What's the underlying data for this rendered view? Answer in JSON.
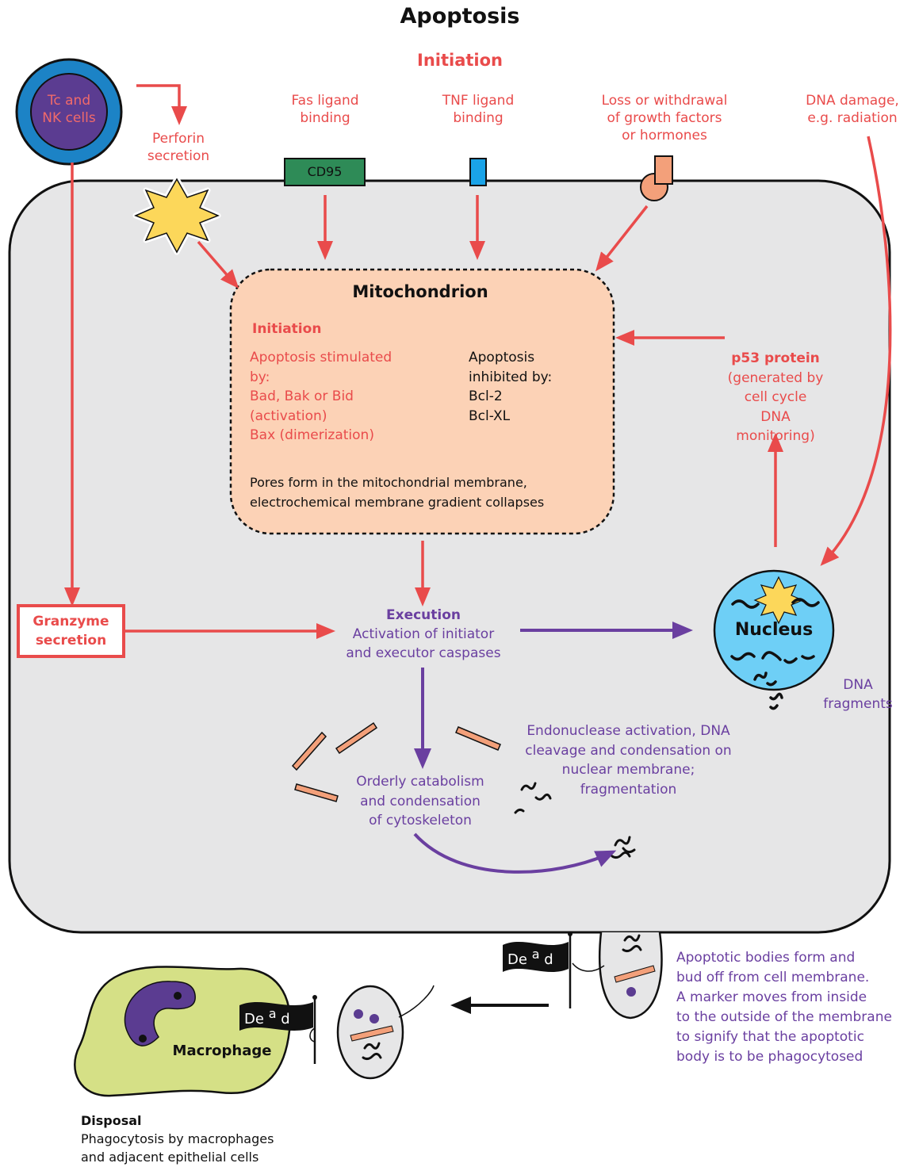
{
  "title": "Apoptosis",
  "initiation_heading": "Initiation",
  "triggers": {
    "tc_nk_line1": "Tc and",
    "tc_nk_line2": "NK cells",
    "perforin_line1": "Perforin",
    "perforin_line2": "secretion",
    "fas_line1": "Fas ligand",
    "fas_line2": "binding",
    "tnf_line1": "TNF ligand",
    "tnf_line2": "binding",
    "loss_line1": "Loss or withdrawal",
    "loss_line2": "of growth factors",
    "loss_line3": "or hormones",
    "dna_damage_line1": "DNA damage,",
    "dna_damage_line2": "e.g. radiation",
    "cd95": "CD95"
  },
  "mitochondrion": {
    "title": "Mitochondrion",
    "initiation": "Initiation",
    "stimulated_1": "Apoptosis stimulated",
    "stimulated_2": "by:",
    "stimulated_3": "Bad, Bak or Bid",
    "stimulated_4": "(activation)",
    "stimulated_5": "Bax (dimerization)",
    "inhibited_1": "Apoptosis",
    "inhibited_2": "inhibited by:",
    "inhibited_3": "Bcl-2",
    "inhibited_4": "Bcl-XL",
    "pores_1": "Pores form in the mitochondrial membrane,",
    "pores_2": "electrochemical membrane gradient collapses"
  },
  "p53": {
    "title": "p53 protein",
    "line1": "(generated by",
    "line2": "cell cycle",
    "line3": "DNA",
    "line4": "monitoring)"
  },
  "granzyme": {
    "line1": "Granzyme",
    "line2": "secretion"
  },
  "execution": {
    "title": "Execution",
    "line1": "Activation of initiator",
    "line2": "and executor caspases"
  },
  "nucleus": {
    "label": "Nucleus",
    "dna_line1": "DNA",
    "dna_line2": "fragments"
  },
  "endonuclease": {
    "line1": "Endonuclease activation, DNA",
    "line2": "cleavage and condensation on",
    "line3": "nuclear membrane;",
    "line4": "fragmentation"
  },
  "catabolism": {
    "line1": "Orderly catabolism",
    "line2": "and condensation",
    "line3": "of cytoskeleton"
  },
  "apoptotic_bodies": {
    "line1": "Apoptotic bodies form and",
    "line2": "bud off from cell membrane.",
    "line3": "A marker moves from inside",
    "line4": "to the outside of the membrane",
    "line5": "to signify that the apoptotic",
    "line6": "body is to be phagocytosed"
  },
  "flag": {
    "d": "D",
    "e": "e",
    "a": "a",
    "d2": "d"
  },
  "macrophage": {
    "label": "Macrophage"
  },
  "disposal": {
    "title": "Disposal",
    "line1": "Phagocytosis by macrophages",
    "line2": "and adjacent epithelial cells"
  },
  "colors": {
    "red": "#e94b4b",
    "purple": "#6a3fa0",
    "cell_fill": "#e6e6e7",
    "mito_fill": "#fcd2b6",
    "nucleus_fill": "#6ecff6",
    "macrophage_fill": "#d5e086",
    "cd95_fill": "#2e8b57",
    "tnf_receptor_fill": "#1aa3e8",
    "fragment_fill": "#f3a07a",
    "star_fill": "#fcd75a"
  }
}
